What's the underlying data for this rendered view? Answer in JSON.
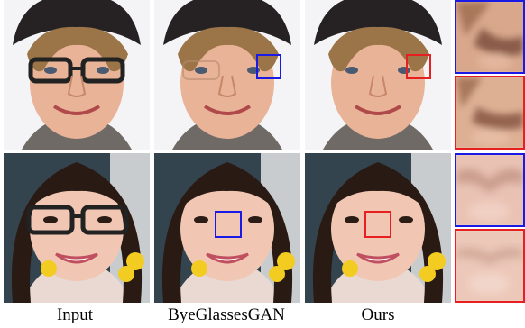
{
  "columns": [
    {
      "label": "Input"
    },
    {
      "label": "ByeGlassesGAN"
    },
    {
      "label": "Ours"
    }
  ],
  "highlights": {
    "byeglassesgan_color": "#1a1ae6",
    "ours_color": "#e62020"
  },
  "palette": {
    "skin_man": "#e8b396",
    "skin_woman": "#f1c7b4",
    "hair_man": "#9b7447",
    "hair_woman": "#2a1a14",
    "hat": "#262224",
    "bg_top": "#f4f4f6",
    "bg_bottom_left": "#33444f",
    "earring": "#f2cc20",
    "glasses": "#222222"
  }
}
